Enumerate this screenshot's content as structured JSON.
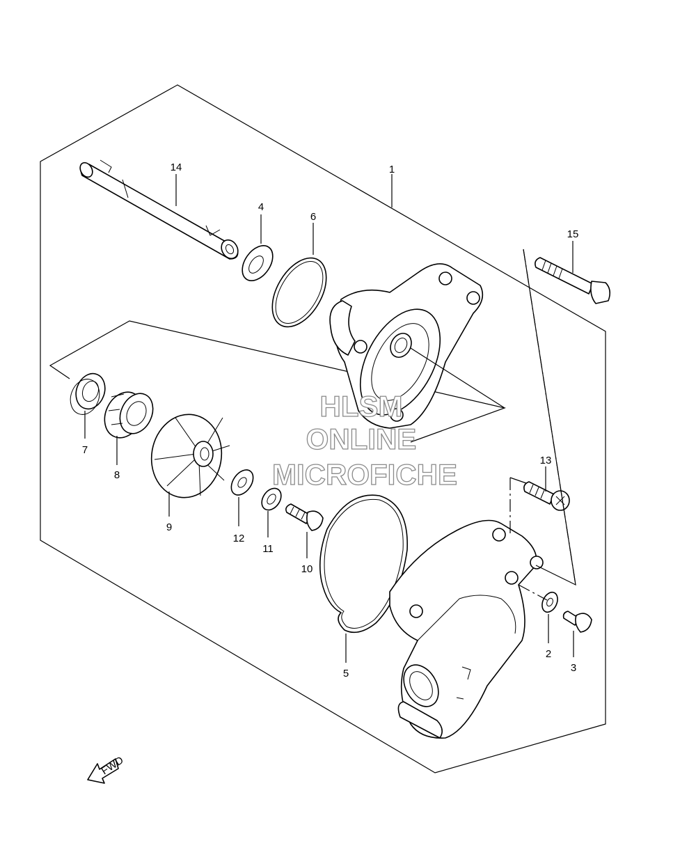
{
  "callouts": {
    "c1": "1",
    "c2": "2",
    "c3": "3",
    "c4": "4",
    "c5": "5",
    "c6": "6",
    "c7": "7",
    "c8": "8",
    "c9": "9",
    "c10": "10",
    "c11": "11",
    "c12": "12",
    "c13": "13",
    "c14": "14",
    "c15": "15"
  },
  "watermark": {
    "line1": "HLSM",
    "line2": "ONLINE",
    "line3": "MICROFICHE"
  },
  "fwd_label": "FWD"
}
